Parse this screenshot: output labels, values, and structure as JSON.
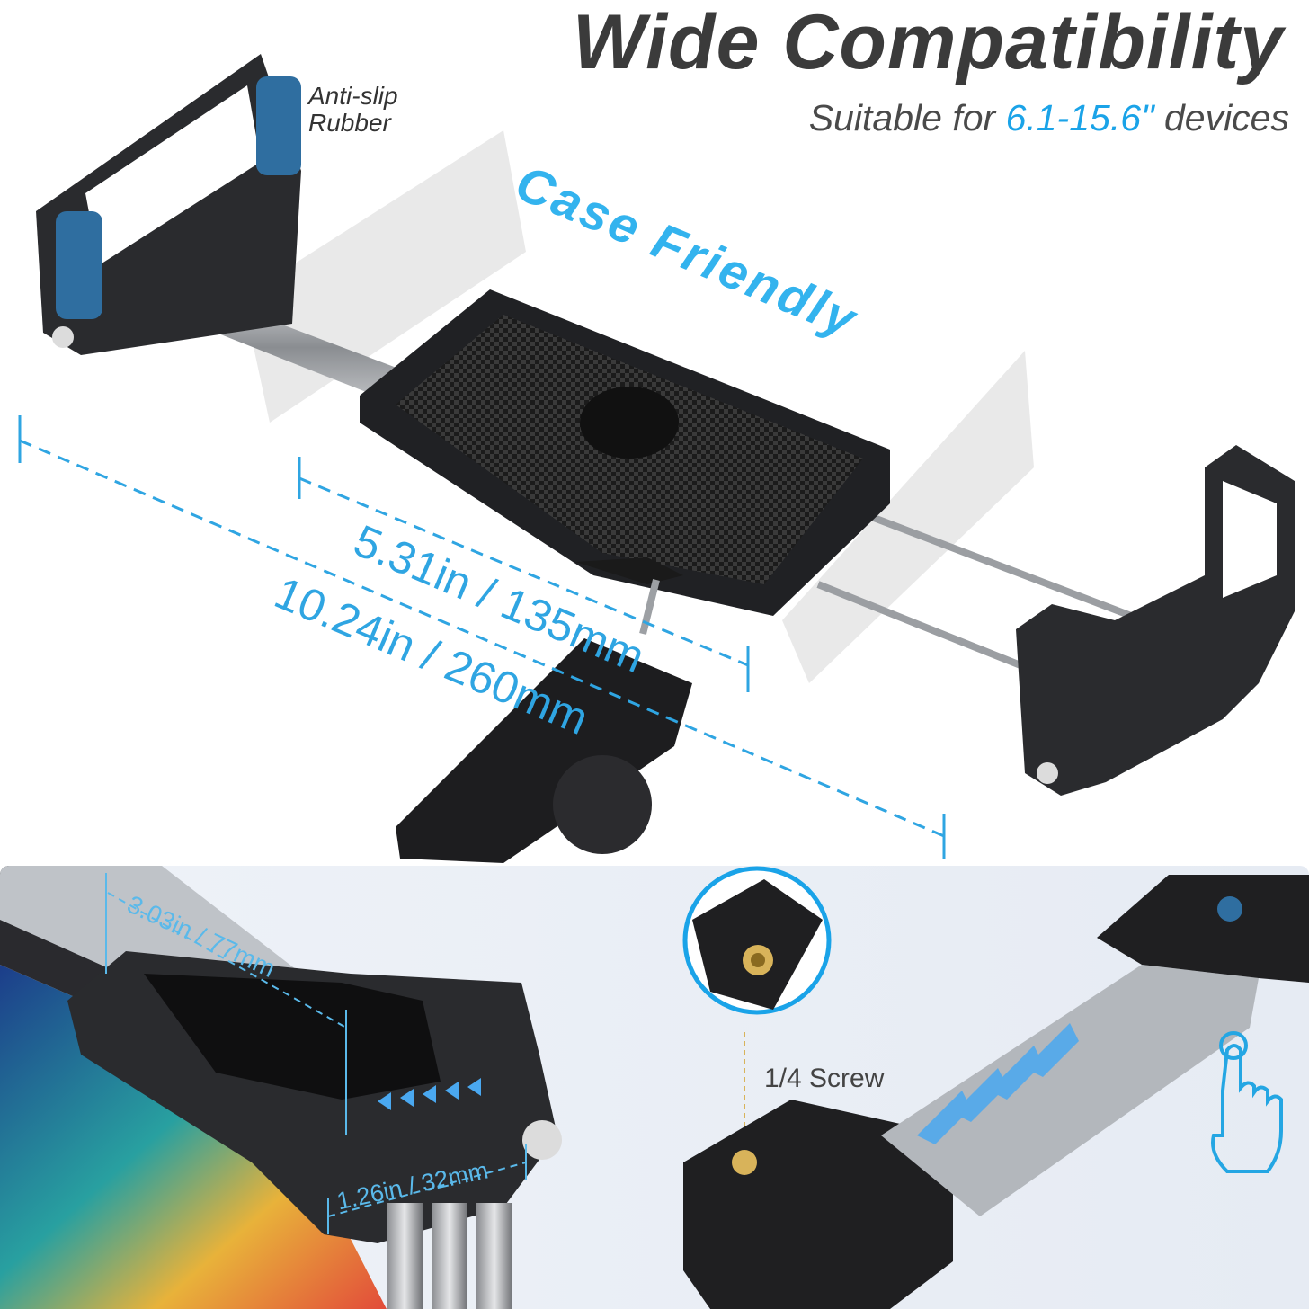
{
  "header": {
    "title": "Wide Compatibility",
    "subtitle_prefix": "Suitable for ",
    "subtitle_highlight": "6.1-15.6\"",
    "subtitle_suffix": " devices"
  },
  "callouts": {
    "anti_slip_line1": "Anti-slip",
    "anti_slip_line2": "Rubber",
    "case_friendly": "Case Friendly",
    "screw": "1/4 Screw"
  },
  "dimensions": {
    "inner": "5.31in / 135mm",
    "outer": "10.24in / 260mm",
    "clamp_depth": "3.03in / 77mm",
    "clamp_width": "1.26in / 32mm"
  },
  "colors": {
    "accent": "#1aa3e8",
    "title": "#3b3b3b",
    "rubber": "#2f6ea0"
  },
  "icons": [
    "tap-gesture-icon",
    "chevron-arrows-icon"
  ]
}
